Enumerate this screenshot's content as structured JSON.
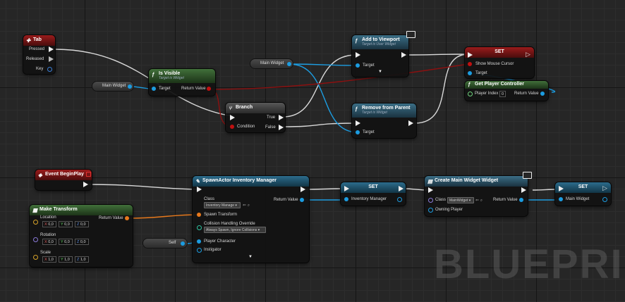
{
  "watermark": "BLUEPRINT",
  "nodes": {
    "tab": {
      "title": "Tab",
      "pressed": "Pressed",
      "released": "Released",
      "key": "Key"
    },
    "is_visible": {
      "title": "Is Visible",
      "subtitle": "Target is Widget",
      "target": "Target",
      "return_value": "Return Value"
    },
    "branch": {
      "title": "Branch",
      "condition": "Condition",
      "true": "True",
      "false": "False"
    },
    "add_to_viewport": {
      "title": "Add to Viewport",
      "subtitle": "Target is User Widget",
      "target": "Target"
    },
    "remove_from_parent": {
      "title": "Remove from Parent",
      "subtitle": "Target is Widget",
      "target": "Target"
    },
    "set_cursor": {
      "title": "SET",
      "show_mouse_cursor": "Show Mouse Cursor",
      "target": "Target"
    },
    "get_player_controller": {
      "title": "Get Player Controller",
      "player_index": "Player Index",
      "player_index_value": "0",
      "return_value": "Return Value"
    },
    "event_begin_play": {
      "title": "Event BeginPlay"
    },
    "make_transform": {
      "title": "Make Transform",
      "location": "Location",
      "rotation": "Rotation",
      "scale": "Scale",
      "return_value": "Return Value",
      "loc": {
        "x": "0,0",
        "y": "0,0",
        "z": "0,0"
      },
      "rot": {
        "x": "0,0",
        "y": "0,0",
        "z": "0,0"
      },
      "scl": {
        "x": "1,0",
        "y": "1,0",
        "z": "1,0"
      },
      "axis": {
        "x": "X",
        "y": "Y",
        "z": "Z"
      }
    },
    "spawn_actor": {
      "title": "SpawnActor Inventory Manager",
      "class": "Class",
      "class_value": "Inventory Manage",
      "spawn_transform": "Spawn Transform",
      "collision": "Collision Handling Override",
      "collision_value": "Always Spawn, Ignore Collisions",
      "player_character": "Player Character",
      "instigator": "Instigator",
      "return_value": "Return Value"
    },
    "set_inventory": {
      "title": "SET",
      "inventory_manager": "Inventory Manager"
    },
    "create_widget": {
      "title": "Create Main Widget Widget",
      "class": "Class",
      "class_value": "MainWidget",
      "owning_player": "Owning Player",
      "return_value": "Return Value"
    },
    "set_main_widget": {
      "title": "SET",
      "main_widget": "Main Widget"
    },
    "var_main_widget_1": {
      "label": "Main Widget"
    },
    "var_main_widget_2": {
      "label": "Main Widget"
    },
    "var_self": {
      "label": "Self"
    }
  },
  "colors": {
    "exec_wire": "#e6e6e6",
    "object_wire": "#1c9ce0",
    "bool_wire": "#8c1010",
    "transform_wire": "#e8791c"
  }
}
